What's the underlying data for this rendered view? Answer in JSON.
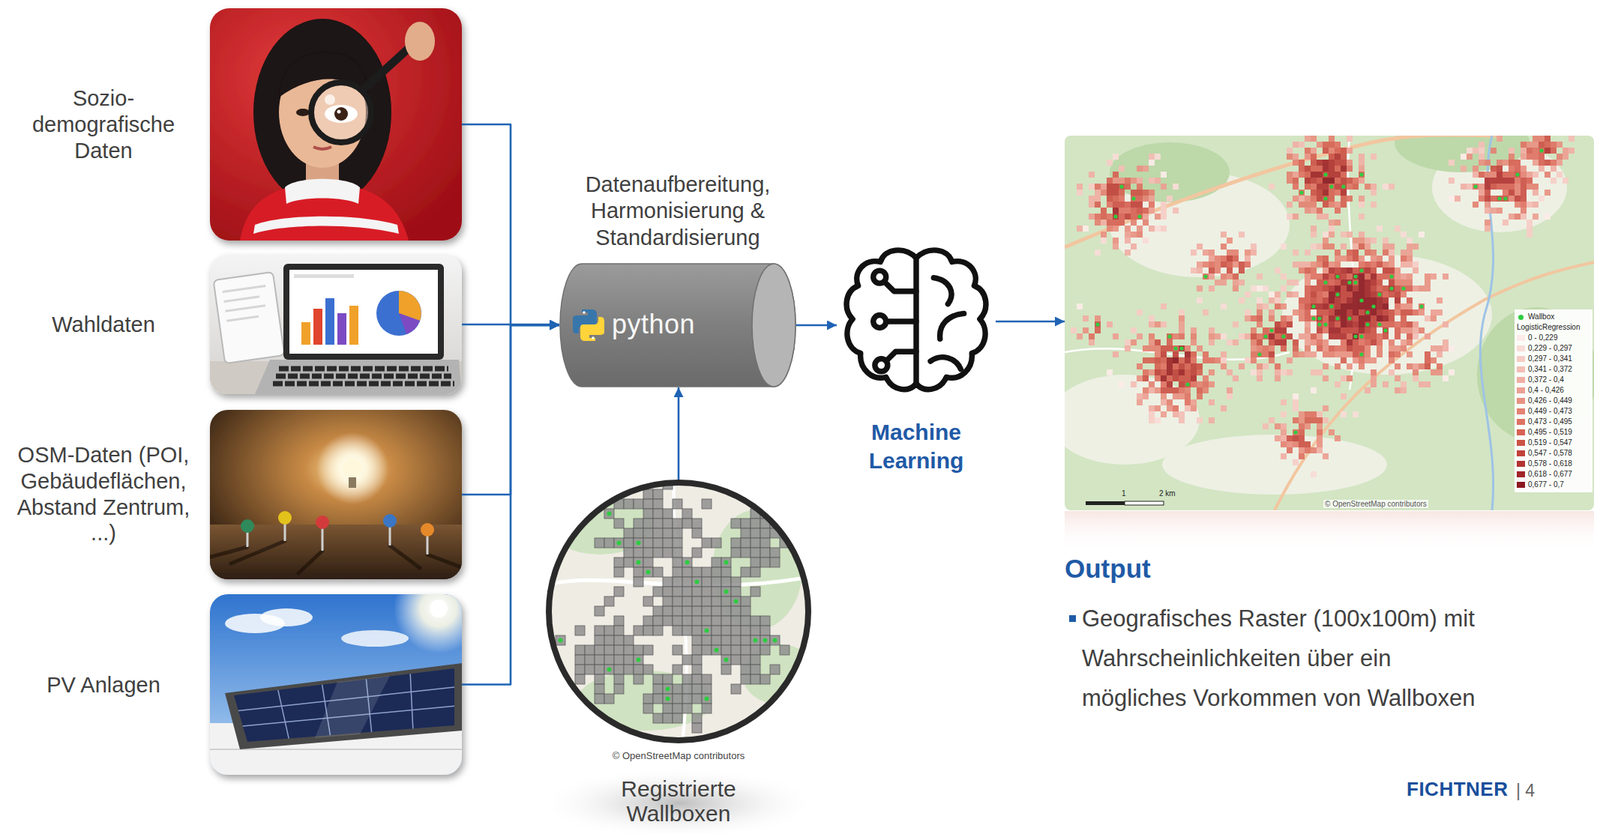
{
  "diagram": {
    "nodes": [
      {
        "text": [
          "Sozio- demografische Daten"
        ]
      },
      {
        "text": [
          "Wahldaten"
        ]
      },
      {
        "text": [
          "OSM-Daten (POI, Gebäudeflächen, Abstand Zentrum, ...)"
        ]
      },
      {
        "text": [
          "PV Anlagen"
        ]
      },
      {
        "text": [
          "Datenaufbereitung, Harmonisierung & Standardisierung",
          "python"
        ]
      },
      {
        "text": [
          "© OpenStreetMap contributors",
          "Registrierte Wallboxen"
        ]
      },
      {
        "text": [
          "Machine Learning"
        ]
      },
      {
        "text": [
          "Output",
          "Geografisches Raster (100x100m) mit Wahrscheinlichkeiten über ein mögliches Vorkommen von Wallboxen"
        ]
      }
    ],
    "edges": [
      {
        "from": 0,
        "to": 4,
        "arrow": "to"
      },
      {
        "from": 1,
        "to": 4,
        "arrow": "to"
      },
      {
        "from": 2,
        "to": 4,
        "arrow": "to"
      },
      {
        "from": 3,
        "to": 4,
        "arrow": "to"
      },
      {
        "from": 5,
        "to": 4,
        "arrow": "to"
      },
      {
        "from": 4,
        "to": 6,
        "arrow": "to"
      },
      {
        "from": 6,
        "to": 7,
        "arrow": "to"
      }
    ],
    "labels": [
      "LogisticRegression",
      "1",
      "2 km",
      "© OpenStreetMap contributors",
      "FICHTNER",
      "| 4"
    ],
    "legend": [
      {
        "text": "Wallbox",
        "color": "#2ecc40"
      },
      {
        "text": "0 - 0,229",
        "color": "#fcebe8"
      },
      {
        "text": "0,229 - 0,297",
        "color": "#f9dcd7"
      },
      {
        "text": "0,297 - 0,341",
        "color": "#f6cdc6"
      },
      {
        "text": "0,341 - 0,372",
        "color": "#f3beb5"
      },
      {
        "text": "0,372 - 0,4",
        "color": "#f0afa4"
      },
      {
        "text": "0,4 - 0,426",
        "color": "#eca093"
      },
      {
        "text": "0,426 - 0,449",
        "color": "#e89182"
      },
      {
        "text": "0,449 - 0,473",
        "color": "#e38272"
      },
      {
        "text": "0,473 - 0,495",
        "color": "#de7263"
      },
      {
        "text": "0,495 - 0,519",
        "color": "#d66254"
      },
      {
        "text": "0,519 - 0,547",
        "color": "#cc5247"
      },
      {
        "text": "0,547 - 0,578",
        "color": "#c0423b"
      },
      {
        "text": "0,578 - 0,618",
        "color": "#b13331"
      },
      {
        "text": "0,618 - 0,677",
        "color": "#a02528"
      },
      {
        "text": "0,677 - 0,7",
        "color": "#8c1820"
      }
    ]
  }
}
